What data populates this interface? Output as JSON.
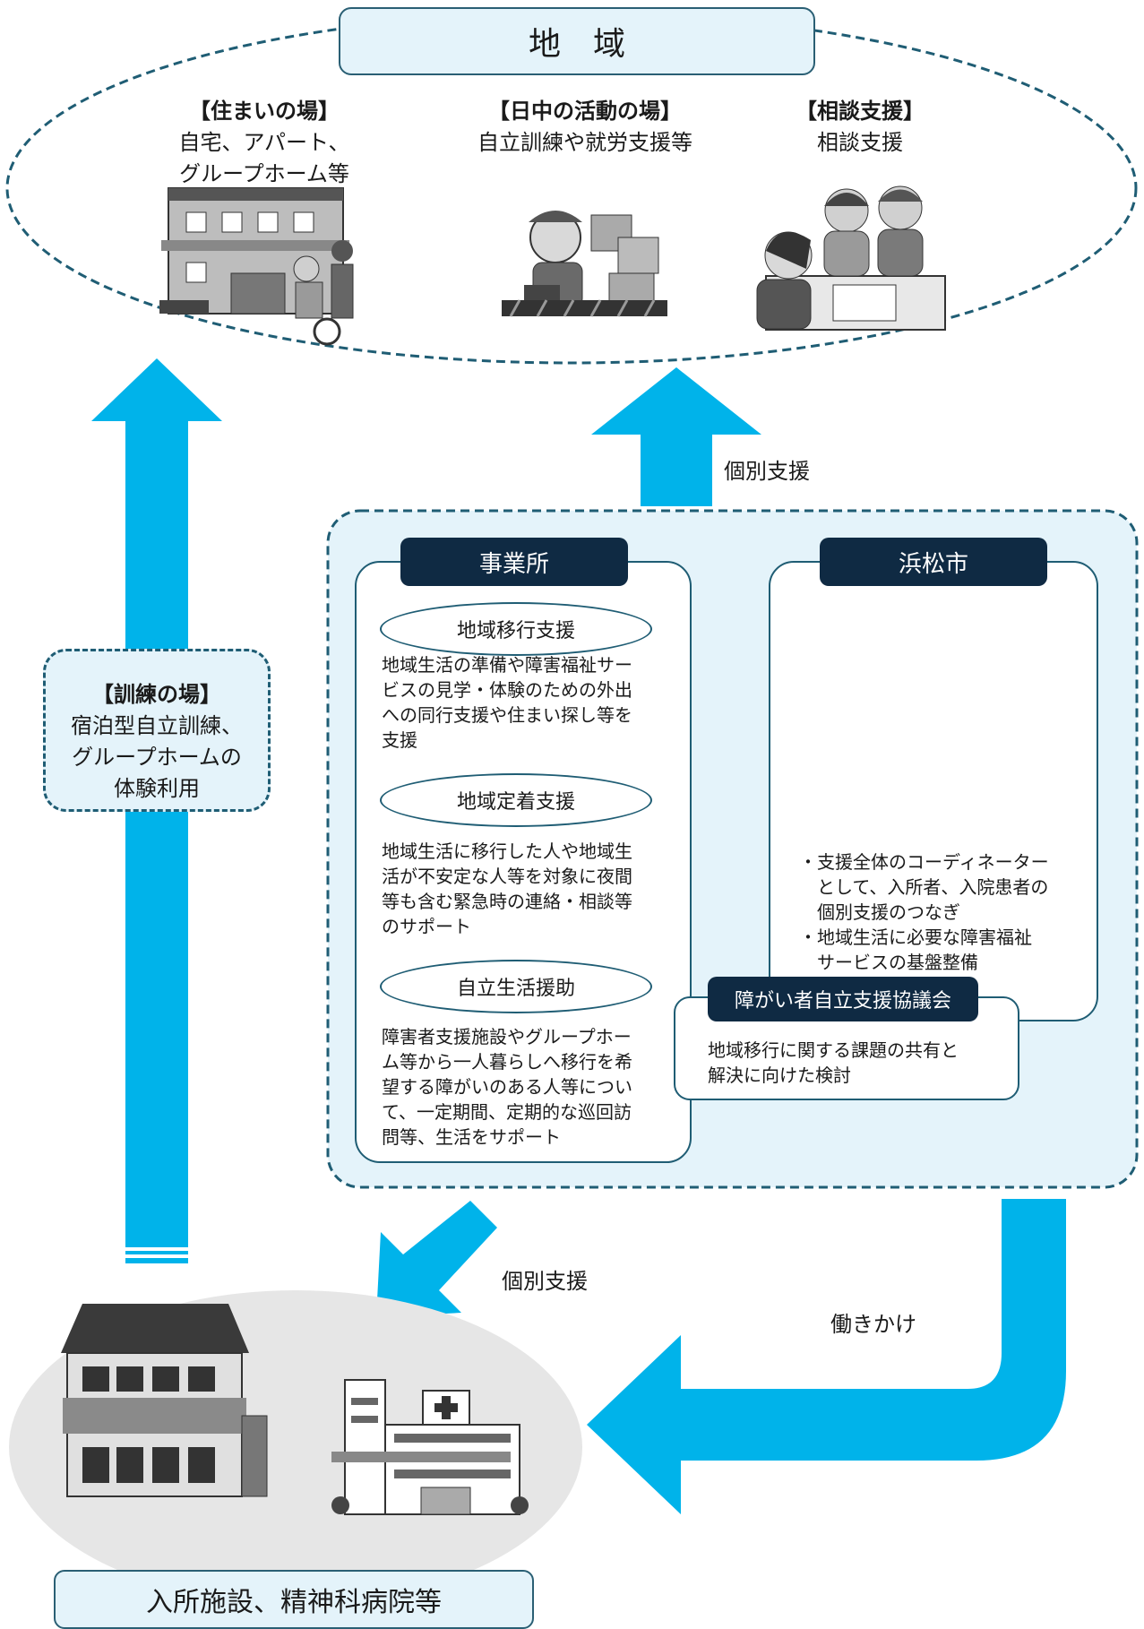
{
  "region_title": "地　域",
  "community": {
    "housing": {
      "heading": "【住まいの場】",
      "line1": "自宅、アパート、",
      "line2": "グループホーム等"
    },
    "daytime": {
      "heading": "【日中の活動の場】",
      "line1": "自立訓練や就労支援等"
    },
    "consult": {
      "heading": "【相談支援】",
      "line1": "相談支援"
    }
  },
  "arrow_labels": {
    "individual_support_top": "個別支援",
    "individual_support_bottom": "個別支援",
    "outreach": "働きかけ"
  },
  "training": {
    "heading": "【訓練の場】",
    "line1": "宿泊型自立訓練、",
    "line2": "グループホームの",
    "line3": "体験利用"
  },
  "office": {
    "header": "事業所",
    "items": [
      {
        "title": "地域移行支援",
        "lines": [
          "地域生活の準備や障害福祉サー",
          "ビスの見学・体験のための外出",
          "への同行支援や住まい探し等を",
          "支援"
        ]
      },
      {
        "title": "地域定着支援",
        "lines": [
          "地域生活に移行した人や地域生",
          "活が不安定な人等を対象に夜間",
          "等も含む緊急時の連絡・相談等",
          "のサポート"
        ]
      },
      {
        "title": "自立生活援助",
        "lines": [
          "障害者支援施設やグループホー",
          "ム等から一人暮らしへ移行を希",
          "望する障がいのある人等につい",
          "て、一定期間、定期的な巡回訪",
          "問等、生活をサポート"
        ]
      }
    ]
  },
  "city": {
    "header": "浜松市",
    "bullets": [
      "・支援全体のコーディネーター",
      "　として、入所者、入院患者の",
      "　個別支援のつなぎ",
      "・地域生活に必要な障害福祉",
      "　サービスの基盤整備"
    ]
  },
  "council": {
    "header": "障がい者自立支援協議会",
    "lines": [
      "地域移行に関する課題の共有と",
      "解決に向けた検討"
    ]
  },
  "facility_label": "入所施設、精神科病院等",
  "colors": {
    "arrow": "#00b3ea",
    "dark_navy": "#0f2a43",
    "border_teal": "#1f5d74",
    "light_blue_fill": "#e4f3fa"
  }
}
